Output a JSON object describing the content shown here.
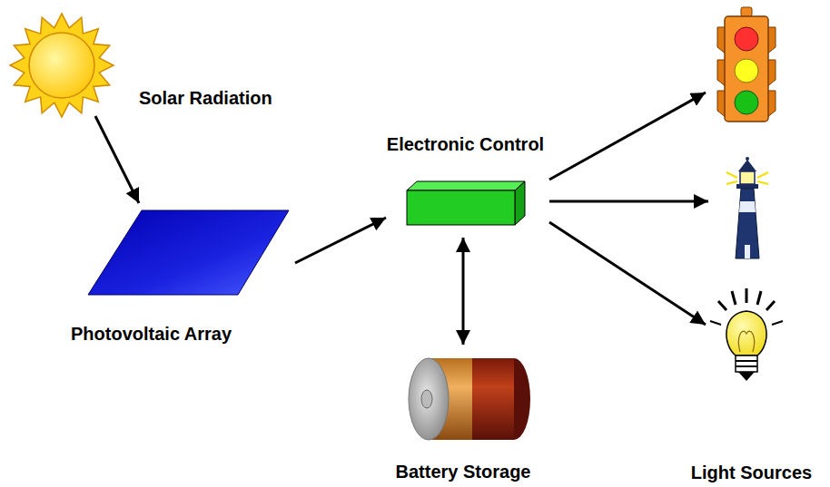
{
  "diagram": {
    "nodes": [
      {
        "text": [
          "Solar Radiation"
        ]
      },
      {
        "text": [
          "Photovoltaic Array"
        ]
      },
      {
        "text": [
          "Electronic Control"
        ]
      },
      {
        "text": [
          "Battery Storage"
        ]
      },
      {
        "text": [
          "Light Sources"
        ]
      }
    ],
    "edges": [
      {
        "from": 0,
        "to": 1,
        "arrow": "to"
      },
      {
        "from": 1,
        "to": 2,
        "arrow": "to"
      },
      {
        "from": 2,
        "to": 3,
        "arrow": "both"
      },
      {
        "from": 2,
        "to": 4,
        "arrow": "to"
      },
      {
        "from": 2,
        "to": 4,
        "arrow": "to"
      },
      {
        "from": 2,
        "to": 4,
        "arrow": "to"
      }
    ]
  }
}
